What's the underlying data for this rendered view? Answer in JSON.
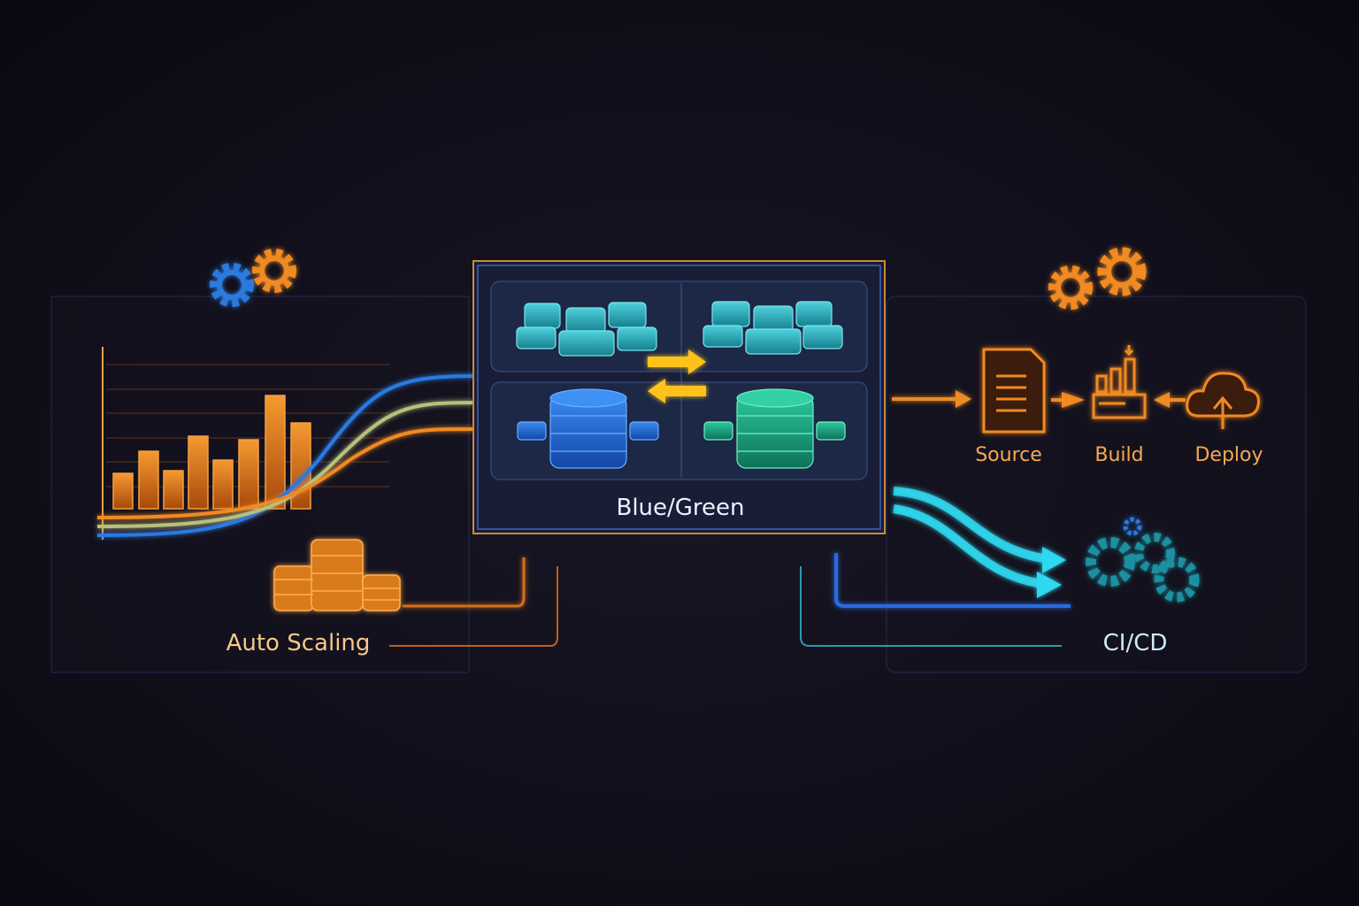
{
  "labels": {
    "auto_scaling": "Auto Scaling",
    "blue_green": "Blue/Green",
    "source": "Source",
    "build": "Build",
    "deploy": "Deploy",
    "ci_cd": "CI/CD"
  },
  "icons": [
    "gear-icon",
    "bar-chart-icon",
    "database-stack-icon",
    "swap-arrows-icon",
    "document-icon",
    "build-chart-icon",
    "cloud-upload-icon",
    "coin-stack-icon"
  ],
  "colors": {
    "orange": "#f08a24",
    "blue": "#2a7ae0",
    "teal": "#27b5c4",
    "green": "#1fae8a",
    "yellow": "#ffc21a",
    "cyan": "#2fd8ee"
  }
}
